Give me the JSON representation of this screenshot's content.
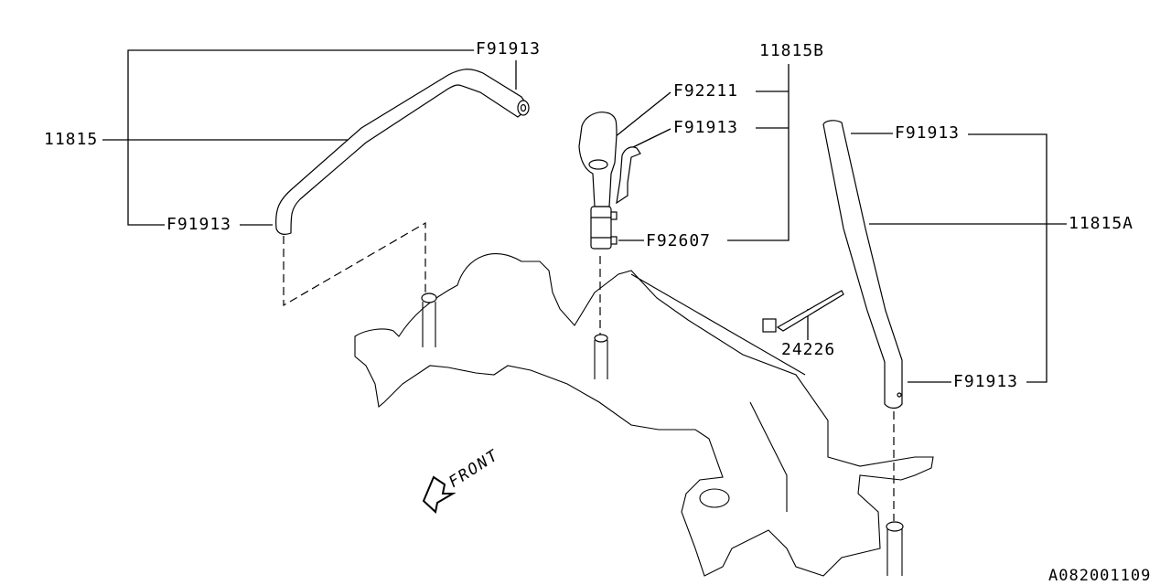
{
  "diagram": {
    "callouts": {
      "hose_11815": "11815",
      "clamp_11815_top": "F91913",
      "clamp_11815_bottom": "F91913",
      "pcv_11815b": "11815B",
      "f92211": "F92211",
      "clamp_11815b": "F91913",
      "f92607": "F92607",
      "hose_11815a": "11815A",
      "clamp_11815a_top": "F91913",
      "clamp_11815a_bottom": "F91913",
      "tie_24226": "24226"
    },
    "front_label": "FRONT",
    "figure_code": "A082001109"
  }
}
